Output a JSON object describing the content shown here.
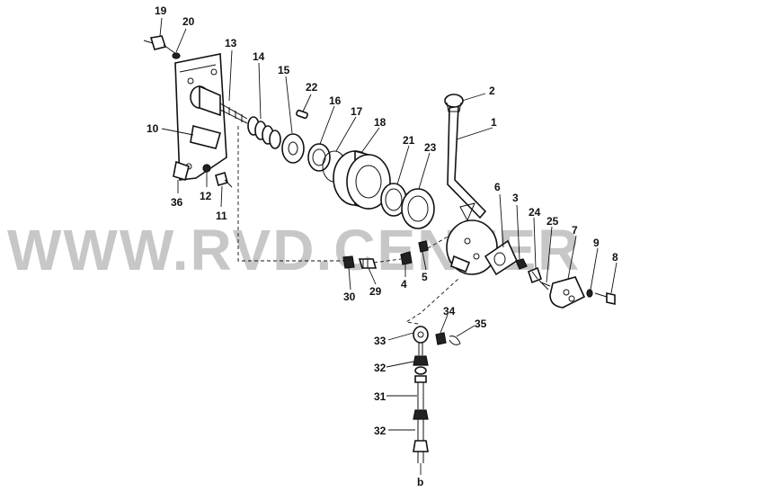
{
  "watermark": "WWW.RVD.CENTER",
  "part_numbers": {
    "p1": "1",
    "p2": "2",
    "p3": "3",
    "p4": "4",
    "p5": "5",
    "p6": "6",
    "p7": "7",
    "p8": "8",
    "p9": "9",
    "p10": "10",
    "p11": "11",
    "p12": "12",
    "p13": "13",
    "p14": "14",
    "p15": "15",
    "p16": "16",
    "p17": "17",
    "p18": "18",
    "p19": "19",
    "p20": "20",
    "p21": "21",
    "p22": "22",
    "p23": "23",
    "p24": "24",
    "p25": "25",
    "p29": "29",
    "p30": "30",
    "p31": "31",
    "p32a": "32",
    "p32b": "32",
    "p33": "33",
    "p34": "34",
    "p35": "35",
    "p36": "36"
  },
  "connection_mark": "b"
}
